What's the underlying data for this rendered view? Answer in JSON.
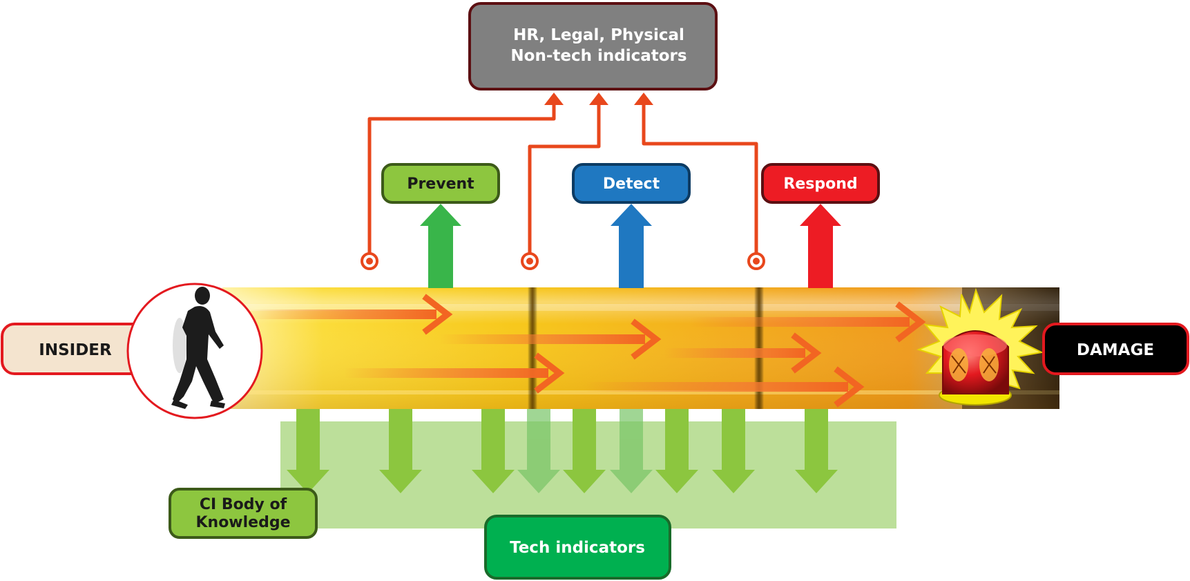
{
  "nontech_box": {
    "line1": "HR, Legal, Physical",
    "line2": "Non-tech indicators"
  },
  "stages": [
    {
      "label": "Prevent",
      "color": "#39b54a",
      "box_color": "#8dc63f",
      "text_color": "#1a1a1a"
    },
    {
      "label": "Detect",
      "color": "#1f78c1",
      "box_color": "#1f78c1",
      "text_color": "#ffffff"
    },
    {
      "label": "Respond",
      "color": "#ed1c24",
      "box_color": "#ed1c24",
      "text_color": "#ffffff"
    }
  ],
  "insider": {
    "label": "INSIDER"
  },
  "damage": {
    "label": "DAMAGE"
  },
  "ci_body": {
    "line1": "CI Body of",
    "line2": "Knowledge"
  },
  "tech_indicators": {
    "label": "Tech indicators"
  },
  "colors": {
    "connector": "#e8471c",
    "pipe_yellow": "#f7d31a",
    "pipe_orange": "#f2a11f",
    "flow_arrow": "#f47b32",
    "down_arrow": "#8cc63f",
    "down_panel": "#bcdf9a",
    "tech_box": "#00b050",
    "nontech_box": "#808080",
    "alarm_red": "#e3191f"
  },
  "icons": {
    "person": "walking-person-icon",
    "alarm": "alarm-beacon-icon"
  }
}
